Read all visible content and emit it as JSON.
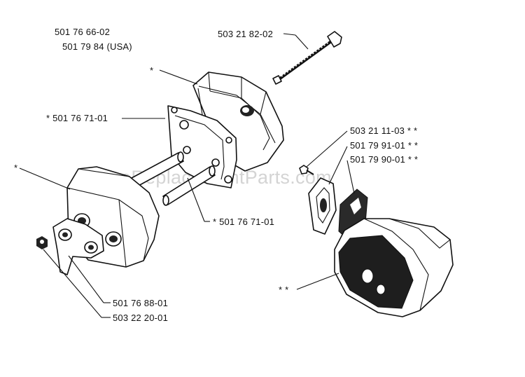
{
  "labels": {
    "top_left_line1": "501 76 66-02",
    "top_left_line2": "501 79 84 (USA)",
    "bolt_top": "503 21 82-02",
    "gasket_upper": "* 501 76 71-01",
    "gasket_lower": "* 501 76 71-01",
    "screw_right": "503 21 11-03 * *",
    "plate_right": "501 79 91-01 * *",
    "gasket_right": "501 79 90-01 * *",
    "spacer_plate": "501 76 88-01",
    "nut": "503 22 20-01",
    "star_upper_muffler": "*",
    "star_left_muffler": "*",
    "star_right_muffler": "* *"
  },
  "watermark": "eReplacementParts.com",
  "colors": {
    "ink": "#111111",
    "paper": "#ffffff",
    "watermark": "#d4d4d4"
  }
}
